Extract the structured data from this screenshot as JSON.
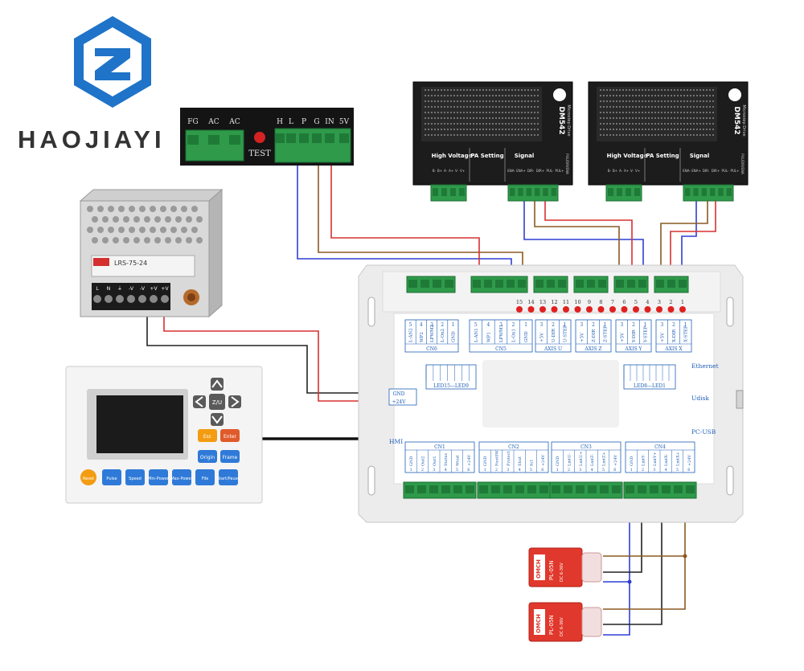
{
  "brand": {
    "name": "HAOJIAYI",
    "colors": {
      "logo_blue": "#1f73c8",
      "text_dark": "#333333"
    }
  },
  "laser_power_supply": {
    "left_labels": [
      "FG",
      "AC",
      "AC"
    ],
    "test_label": "TEST",
    "right_labels": [
      "H",
      "L",
      "P",
      "G",
      "IN",
      "5V"
    ]
  },
  "drivers": [
    {
      "model": "DM542",
      "brand_text": "Microstep Drive",
      "sections": [
        "High Voltage",
        "PA Setting",
        "Signal"
      ],
      "hv_pins": [
        "B-",
        "B+",
        "A-",
        "A+",
        "V-",
        "V+"
      ],
      "signal_pins": [
        "ENA-",
        "ENA+",
        "DIR-",
        "DIR+",
        "PUL-",
        "PUL+"
      ],
      "side_text": "PUL/DIR/ENA"
    },
    {
      "model": "DM542",
      "brand_text": "Microstep Drive",
      "sections": [
        "High Voltage",
        "PA Setting",
        "Signal"
      ],
      "hv_pins": [
        "B-",
        "B+",
        "A-",
        "A+",
        "V-",
        "V+"
      ],
      "signal_pins": [
        "ENA-",
        "ENA+",
        "DIR-",
        "DIR+",
        "PUL-",
        "PUL+"
      ],
      "side_text": "PUL/DIR/ENA"
    }
  ],
  "psu": {
    "model": "LRS-75-24",
    "terminals": [
      "L",
      "N",
      "⏚",
      "-V",
      "-V",
      "+V",
      "+V"
    ]
  },
  "hmi": {
    "top_row": [
      {
        "label": "Esc",
        "color": "#f39c12"
      },
      {
        "label": "Enter",
        "color": "#e05a2a"
      }
    ],
    "mid_row": [
      {
        "label": "Origin",
        "color": "#2f7ad8"
      },
      {
        "label": "Frame",
        "color": "#2f7ad8"
      }
    ],
    "center_key": "Z/U",
    "bottom_row": [
      {
        "label": "Reset",
        "color": "#f39c12"
      },
      {
        "label": "Pulse",
        "color": "#2f7ad8"
      },
      {
        "label": "Speed",
        "color": "#2f7ad8"
      },
      {
        "label": "Min-Power",
        "color": "#2f7ad8"
      },
      {
        "label": "Max-Power",
        "color": "#2f7ad8"
      },
      {
        "label": "File",
        "color": "#2f7ad8"
      },
      {
        "label": "Start/Pause",
        "color": "#2f7ad8"
      }
    ]
  },
  "controller": {
    "led_numbers": [
      "15",
      "14",
      "13",
      "12",
      "11",
      "10",
      "9",
      "8",
      "7",
      "6",
      "5",
      "4",
      "3",
      "2",
      "1"
    ],
    "top_connectors": [
      {
        "name": "CN6",
        "pins": [
          "L-AN2",
          "WP2",
          "LPWM2",
          "L-On2",
          "GND"
        ],
        "nums": [
          "5",
          "4",
          "3",
          "2",
          "1"
        ]
      },
      {
        "name": "CN5",
        "pins": [
          "L-AN1",
          "WP1",
          "LPWM1",
          "L-On1",
          "GND"
        ],
        "nums": [
          "5",
          "4",
          "3",
          "2",
          "1"
        ]
      },
      {
        "name": "AXIS U",
        "pins": [
          "+5V",
          "U-DIR",
          "U-STEP"
        ],
        "nums": [
          "3",
          "2",
          "1"
        ]
      },
      {
        "name": "AXIS Z",
        "pins": [
          "+5V",
          "Z-DIR",
          "Z-STEP"
        ],
        "nums": [
          "3",
          "2",
          "1"
        ]
      },
      {
        "name": "AXIS Y",
        "pins": [
          "+5V",
          "Y-DIR",
          "Y-STEP"
        ],
        "nums": [
          "3",
          "2",
          "1"
        ]
      },
      {
        "name": "AXIS X",
        "pins": [
          "+5V",
          "X-DIR",
          "X-STEP"
        ],
        "nums": [
          "3",
          "2",
          "1"
        ]
      }
    ],
    "power_pins": [
      "GND",
      "+24V"
    ],
    "port_labels": {
      "ethernet": "Ethernet",
      "udisk": "Udisk",
      "pcusb": "PC-USB",
      "hmi": "HMI"
    },
    "led_block_left": "LED15—LED9",
    "led_block_right": "LED8—LED1",
    "bottom_connectors": [
      {
        "name": "CN1",
        "pins": [
          "GND",
          "Out2",
          "Out1",
          "Status",
          "Wind",
          "+24V"
        ],
        "nums": [
          "1",
          "2",
          "3",
          "4",
          "5",
          "6"
        ]
      },
      {
        "name": "CN2",
        "pins": [
          "GND",
          "FootSW",
          "Protect",
          "Shut",
          "In1",
          "+24V"
        ],
        "nums": [
          "1",
          "2",
          "3",
          "4",
          "5",
          "6"
        ]
      },
      {
        "name": "CN3",
        "pins": [
          "GND",
          "LmtU-",
          "LmtU+",
          "LmtZ-",
          "LmtZ+",
          "+24V"
        ],
        "nums": [
          "1",
          "2",
          "3",
          "4",
          "5",
          "6"
        ]
      },
      {
        "name": "CN4",
        "pins": [
          "GND",
          "LmtY-",
          "LmtY+",
          "LmtX-",
          "LmtX+",
          "+24V"
        ],
        "nums": [
          "1",
          "2",
          "3",
          "4",
          "5",
          "6"
        ]
      }
    ]
  },
  "sensors": [
    {
      "brand": "OMCH",
      "model": "PL-05N",
      "spec": "DC 6-36V"
    },
    {
      "brand": "OMCH",
      "model": "PL-05N",
      "spec": "DC 6-36V"
    }
  ]
}
